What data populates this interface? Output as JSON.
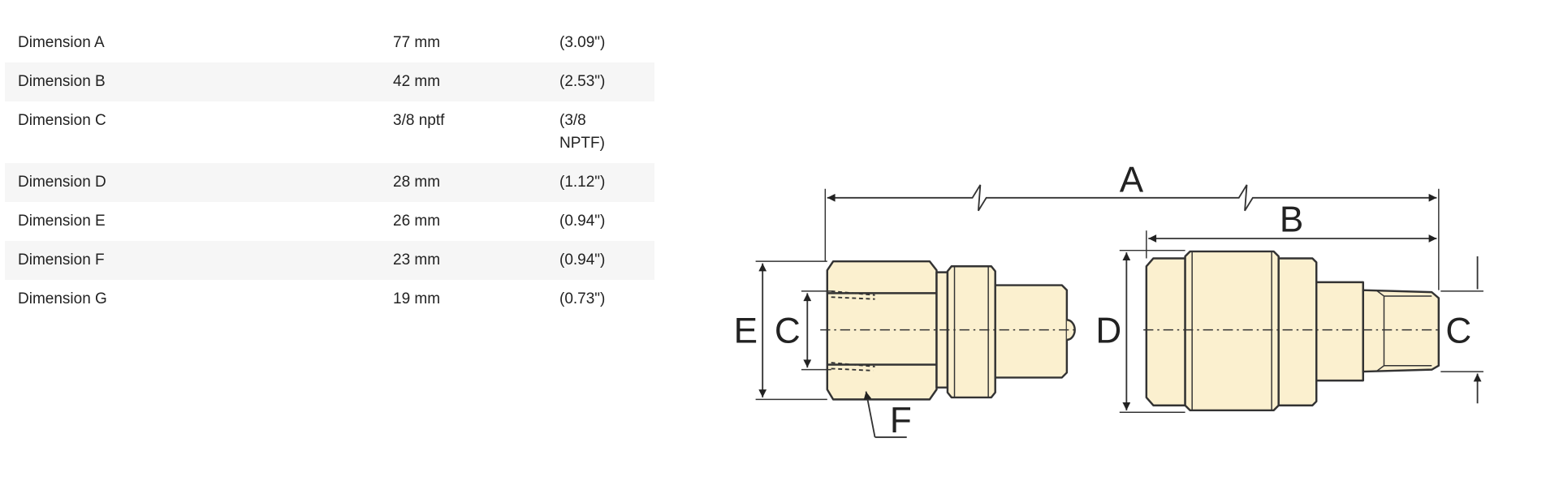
{
  "dimensions": [
    {
      "label": "Dimension A",
      "metric": "77 mm",
      "imperial": "(3.09\")"
    },
    {
      "label": "Dimension B",
      "metric": "42 mm",
      "imperial": "(2.53\")"
    },
    {
      "label": "Dimension C",
      "metric": "3/8 nptf",
      "imperial": "(3/8 NPTF)"
    },
    {
      "label": "Dimension D",
      "metric": "28 mm",
      "imperial": "(1.12\")"
    },
    {
      "label": "Dimension E",
      "metric": "26 mm",
      "imperial": "(0.94\")"
    },
    {
      "label": "Dimension F",
      "metric": "23 mm",
      "imperial": "(0.94\")"
    },
    {
      "label": "Dimension G",
      "metric": "19 mm",
      "imperial": "(0.73\")"
    }
  ],
  "diagram": {
    "labels": {
      "a": "A",
      "b": "B",
      "c_left": "C",
      "c_right": "C",
      "d": "D",
      "e": "E",
      "f": "F"
    },
    "fill_color": "#fbf0cf",
    "line_color": "#333333"
  }
}
